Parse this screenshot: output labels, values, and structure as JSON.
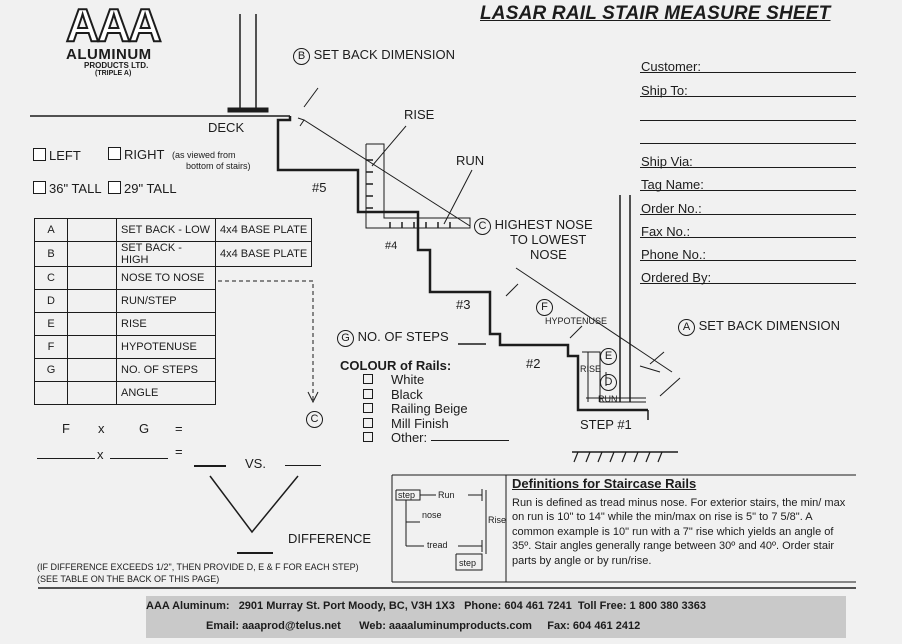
{
  "logo": {
    "mark": "AAA",
    "name": "ALUMINUM",
    "sub": "PRODUCTS LTD.",
    "sub2": "(TRIPLE A)"
  },
  "title": "LASAR RAIL STAIR MEASURE SHEET",
  "fields": [
    "Customer:",
    "Ship To:",
    "Ship Via:",
    "Tag Name:",
    "Order No.:",
    "Fax No.:",
    "Phone No.:",
    "Ordered By:"
  ],
  "options": {
    "left": "LEFT",
    "right": "RIGHT",
    "right_note": "(as viewed from",
    "right_note2": "bottom of stairs)",
    "tall36": "36\" TALL",
    "tall29": "29\" TALL"
  },
  "table": [
    {
      "letter": "A",
      "label": "SET BACK - LOW",
      "note": "4x4 BASE PLATE"
    },
    {
      "letter": "B",
      "label": "SET BACK - HIGH",
      "note": "4x4 BASE PLATE"
    },
    {
      "letter": "C",
      "label": "NOSE TO NOSE",
      "note": ""
    },
    {
      "letter": "D",
      "label": "RUN/STEP",
      "note": ""
    },
    {
      "letter": "E",
      "label": "RISE",
      "note": ""
    },
    {
      "letter": "F",
      "label": "HYPOTENUSE",
      "note": ""
    },
    {
      "letter": "G",
      "label": "NO. OF STEPS",
      "note": ""
    },
    {
      "letter": "",
      "label": "ANGLE",
      "note": ""
    }
  ],
  "formula": {
    "f": "F",
    "x": "x",
    "g": "G",
    "eq": "=",
    "vs": "VS.",
    "difference": "DIFFERENCE",
    "note1": "(IF DIFFERENCE EXCEEDS 1/2\", THEN PROVIDE D, E & F FOR EACH STEP)",
    "note2": "(SEE TABLE ON THE BACK OF THIS PAGE)"
  },
  "diagram": {
    "deck": "DECK",
    "set_back_b": "SET BACK DIMENSION",
    "set_back_a": "SET BACK DIMENSION",
    "rise": "RISE",
    "run": "RUN",
    "highest1": "HIGHEST NOSE",
    "highest2": "TO LOWEST",
    "highest3": "NOSE",
    "hypotenuse": "HYPOTENUSE",
    "steps": "NO. OF STEPS",
    "step5": "#5",
    "step4": "#4",
    "step3": "#3",
    "step2": "#2",
    "step1": "STEP #1",
    "rise_small": "RISE",
    "run_small": "RUN",
    "letters": {
      "a": "A",
      "b": "B",
      "c": "C",
      "d": "D",
      "e": "E",
      "f": "F",
      "g": "G"
    }
  },
  "colours": {
    "heading": "COLOUR of Rails:",
    "items": [
      "White",
      "Black",
      "Railing Beige",
      "Mill Finish",
      "Other:"
    ]
  },
  "defs_diagram": {
    "step": "step",
    "run": "Run",
    "nose": "nose",
    "rise": "Rise",
    "tread": "tread",
    "step2": "step"
  },
  "definitions": {
    "heading": "Definitions for Staircase Rails",
    "body": "Run is defined as tread minus nose. For exterior stairs, the min/ max on run is 10\" to 14\" while the min/max on rise is 5\" to 7 5/8\". A common example is 10\" run with a 7\" rise which yields an angle of 35º. Stair angles generally range between 30º and 40º. Order stair parts by angle or by run/rise."
  },
  "footer": {
    "company": "AAA Aluminum:",
    "address": "2901 Murray St. Port Moody, BC, V3H 1X3",
    "phone": "Phone: 604 461 7241",
    "tollfree": "Toll Free: 1 800 380 3363",
    "email": "Email: aaaprod@telus.net",
    "web": "Web: aaaaluminumproducts.com",
    "fax": "Fax: 604 461 2412"
  }
}
